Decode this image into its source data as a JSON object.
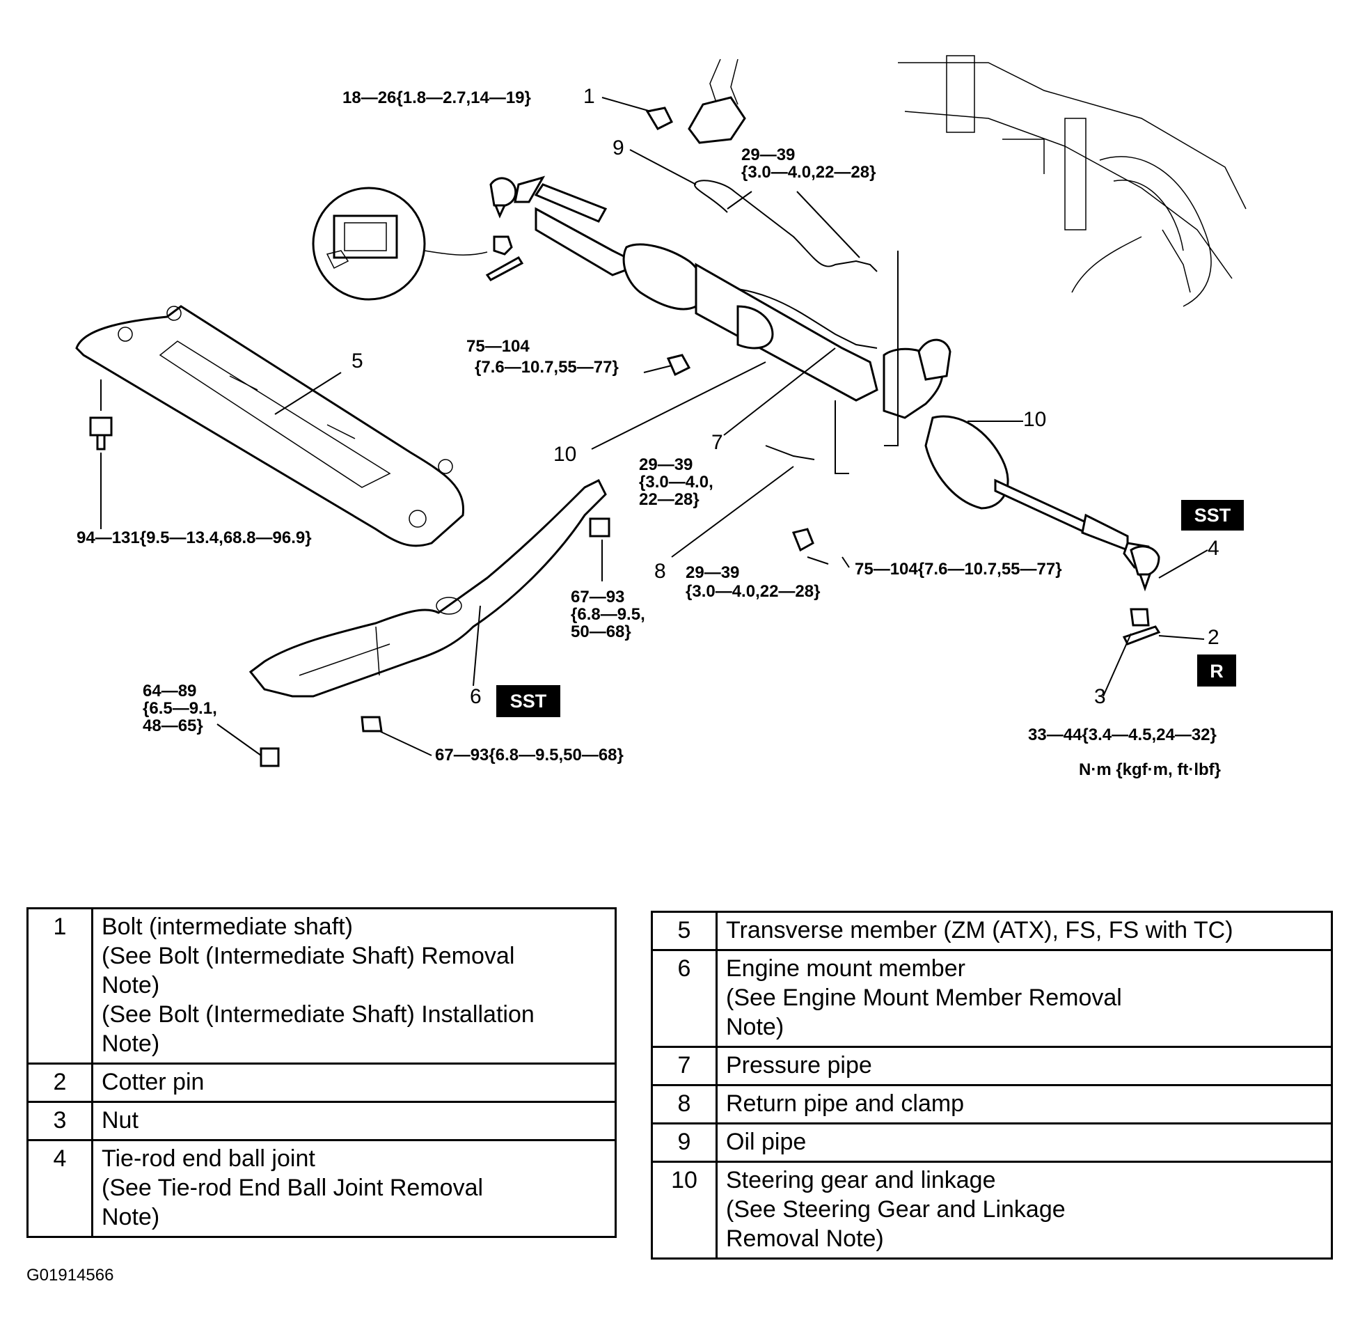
{
  "diagram": {
    "callouts": {
      "c1": "1",
      "c2": "2",
      "c3": "3",
      "c4": "4",
      "c5": "5",
      "c6": "6",
      "c7": "7",
      "c8": "8",
      "c9": "9",
      "c10a": "10",
      "c10b": "10"
    },
    "torque": {
      "t1": "18—26{1.8—2.7,14—19}",
      "t9_l1": "29—39",
      "t9_l2": "{3.0—4.0,22—28}",
      "t75a_l1": "75—104",
      "t75a_l2": "{7.6—10.7,55—77}",
      "t94": "94—131{9.5—13.4,68.8—96.9}",
      "t29b_l1": "29—39",
      "t29b_l2": "{3.0—4.0,",
      "t29b_l3": "22—28}",
      "t8_torque": "29—39",
      "t8_torque_l2": "{3.0—4.0,22—28}",
      "t75b": "75—104{7.6—10.7,55—77}",
      "t67a_l1": "67—93",
      "t67a_l2": "{6.8—9.5,",
      "t67a_l3": "50—68}",
      "t64_l1": "64—89",
      "t64_l2": "{6.5—9.1,",
      "t64_l3": "48—65}",
      "t67b": "67—93{6.8—9.5,50—68}",
      "t33": "33—44{3.4—4.5,24—32}",
      "units": "N·m {kgf·m, ft·lbf}"
    },
    "badges": {
      "sst_right": "SST",
      "r_right": "R",
      "sst_bottom": "SST"
    }
  },
  "table_left": [
    {
      "num": "1",
      "lines": [
        "Bolt (intermediate shaft)",
        "(See Bolt (Intermediate Shaft) Removal",
        "Note)",
        "(See Bolt (Intermediate Shaft) Installation",
        "Note)"
      ]
    },
    {
      "num": "2",
      "lines": [
        "Cotter pin"
      ]
    },
    {
      "num": "3",
      "lines": [
        "Nut"
      ]
    },
    {
      "num": "4",
      "lines": [
        "Tie-rod end ball joint",
        "(See Tie-rod End Ball Joint Removal",
        "Note)"
      ]
    }
  ],
  "table_right": [
    {
      "num": "5",
      "lines": [
        "Transverse member (ZM (ATX), FS, FS with TC)"
      ]
    },
    {
      "num": "6",
      "lines": [
        "Engine mount member",
        "(See Engine Mount Member Removal",
        "Note)"
      ]
    },
    {
      "num": "7",
      "lines": [
        "Pressure pipe"
      ]
    },
    {
      "num": "8",
      "lines": [
        "Return pipe and clamp"
      ]
    },
    {
      "num": "9",
      "lines": [
        "Oil pipe"
      ]
    },
    {
      "num": "10",
      "lines": [
        "Steering gear and linkage",
        "(See Steering Gear and Linkage",
        "Removal Note)"
      ]
    }
  ],
  "figure_id": "G01914566"
}
